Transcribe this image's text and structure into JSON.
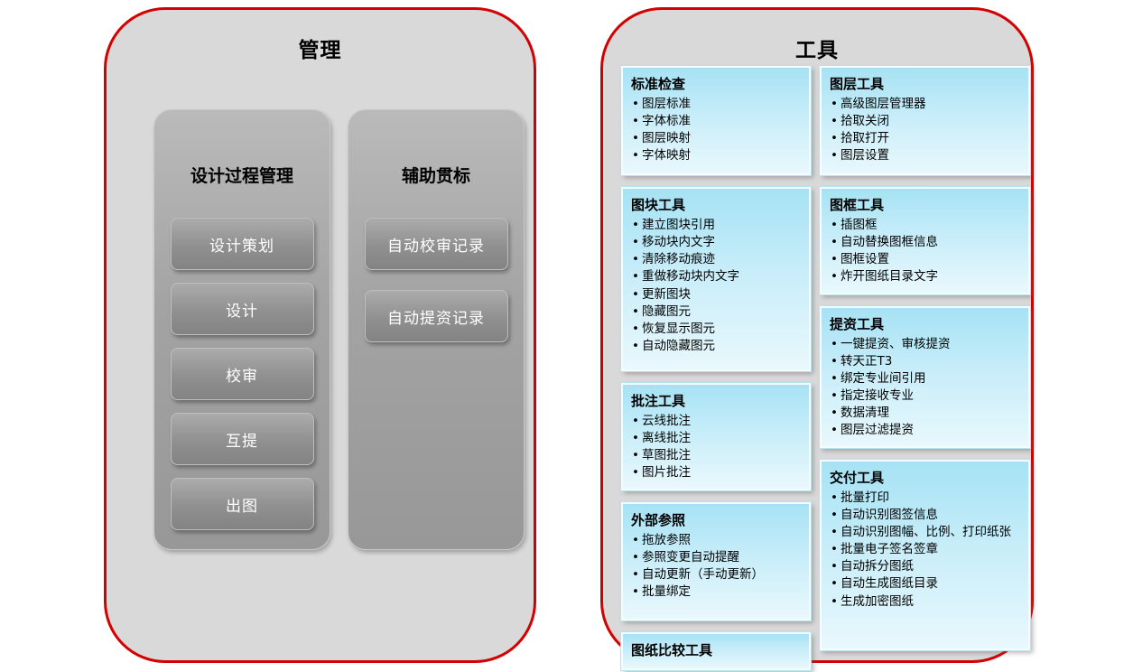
{
  "colors": {
    "accent_red": "#d40000",
    "panel_gray": "#d9d9d9",
    "group_gray": "#a3a3a3",
    "toolbox_blue": "#a6e2f4"
  },
  "management": {
    "title": "管理",
    "groups": [
      {
        "title": "设计过程管理",
        "buttons": [
          "设计策划",
          "设计",
          "校审",
          "互提",
          "出图"
        ]
      },
      {
        "title": "辅助贯标",
        "buttons": [
          "自动校审记录",
          "自动提资记录"
        ]
      }
    ]
  },
  "tools": {
    "title": "工具",
    "columns": [
      {
        "boxes": [
          {
            "title": "标准检查",
            "items": [
              "图层标准",
              "字体标准",
              "图层映射",
              "字体映射"
            ]
          },
          {
            "title": "图块工具",
            "items": [
              "建立图块引用",
              "移动块内文字",
              "清除移动痕迹",
              "重做移动块内文字",
              "更新图块",
              "隐藏图元",
              "恢复显示图元",
              "自动隐藏图元"
            ]
          },
          {
            "title": "批注工具",
            "items": [
              "云线批注",
              "离线批注",
              "草图批注",
              "图片批注"
            ]
          },
          {
            "title": "外部参照",
            "items": [
              "拖放参照",
              "参照变更自动提醒",
              "自动更新（手动更新）",
              "批量绑定"
            ]
          },
          {
            "title": "图纸比较工具",
            "items": []
          }
        ]
      },
      {
        "boxes": [
          {
            "title": "图层工具",
            "items": [
              "高级图层管理器",
              "拾取关闭",
              "拾取打开",
              "图层设置"
            ]
          },
          {
            "title": "图框工具",
            "items": [
              "插图框",
              "自动替换图框信息",
              "图框设置",
              "炸开图纸目录文字"
            ]
          },
          {
            "title": "提资工具",
            "items": [
              "一键提资、审核提资",
              "转天正T3",
              "绑定专业间引用",
              "指定接收专业",
              "数据清理",
              "图层过滤提资"
            ]
          },
          {
            "title": "交付工具",
            "items": [
              "批量打印",
              "自动识别图签信息",
              "自动识别图幅、比例、打印纸张",
              "批量电子签名签章",
              "自动拆分图纸",
              "自动生成图纸目录",
              "生成加密图纸"
            ]
          }
        ]
      }
    ]
  }
}
